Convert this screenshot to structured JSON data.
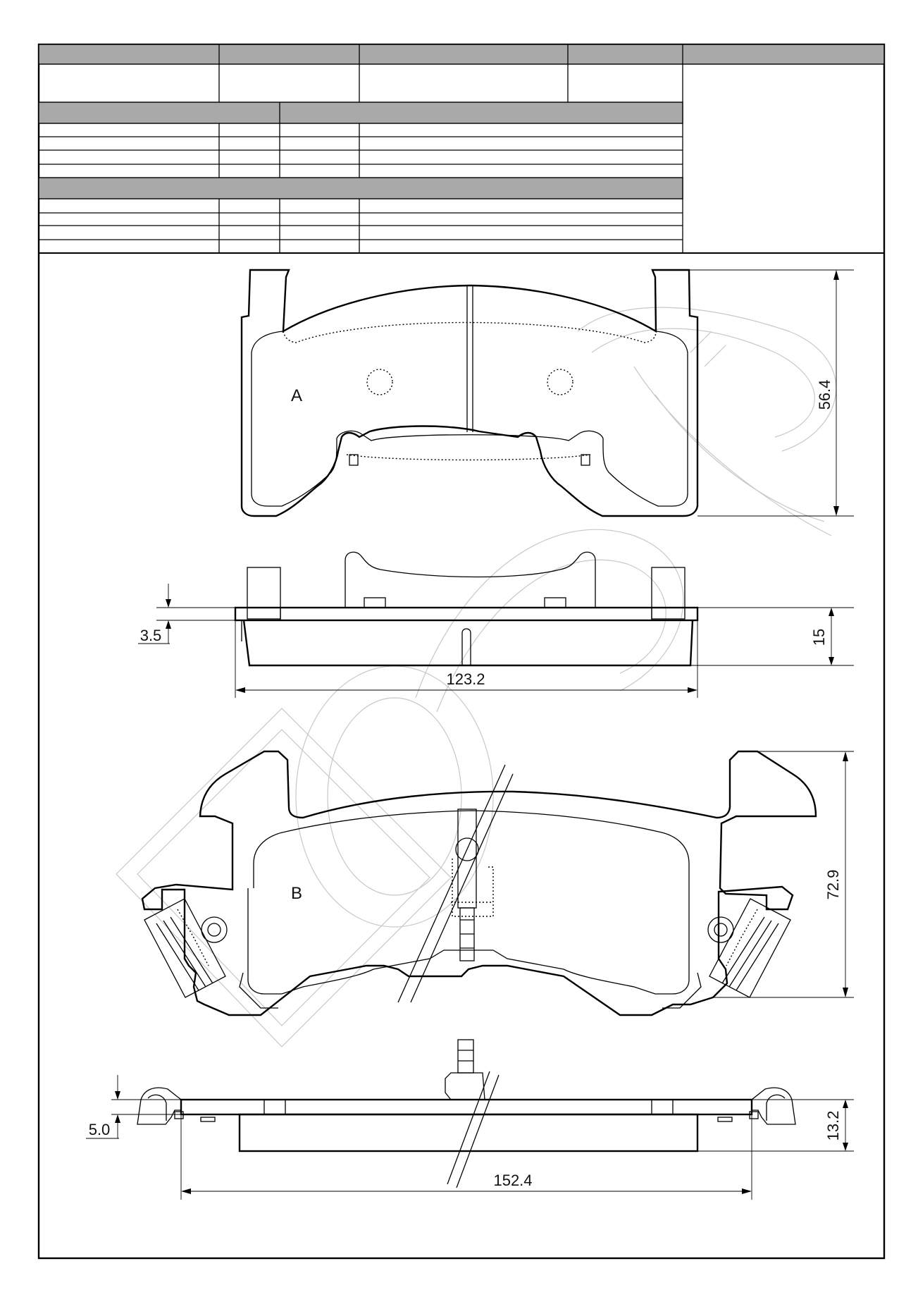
{
  "views": {
    "a_label": "A",
    "b_label": "B"
  },
  "dimensions": {
    "a_height": "56.4",
    "a_thickness": "15",
    "a_backplate": "3.5",
    "a_width": "123.2",
    "b_height": "72.9",
    "b_thickness": "13.2",
    "b_backplate": "5.0",
    "b_width": "152.4"
  },
  "colors": {
    "header_fill": "#a9a9a9",
    "line": "#000000",
    "watermark": "#c8c8c8"
  }
}
